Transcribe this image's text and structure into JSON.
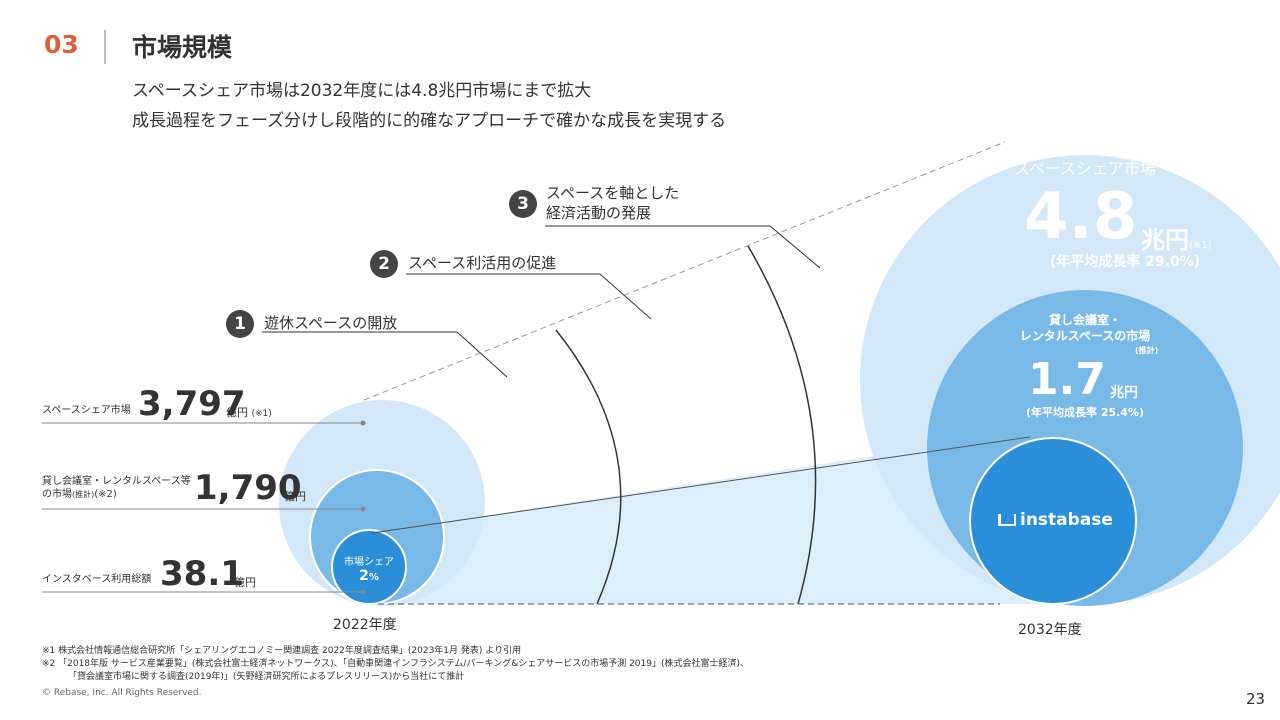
{
  "header": {
    "section_number": "03",
    "title": "市場規模",
    "subtitle_line1": "スペースシェア市場は2032年度には4.8兆円市場にまで拡大",
    "subtitle_line2": "成長過程をフェーズ分けし段階的に的確なアプローチで確かな成長を実現する"
  },
  "steps": [
    {
      "number": "1",
      "label": "遊休スペースの開放"
    },
    {
      "number": "2",
      "label": "スペース利活用の促進"
    },
    {
      "number": "3",
      "label_line1": "スペースを軸とした",
      "label_line2": "経済活動の発展"
    }
  ],
  "left": {
    "market": {
      "label": "スペースシェア市場",
      "value": "3,797",
      "unit": "億円",
      "note": "(※1)"
    },
    "rental": {
      "label_line1": "貸し会議室・レンタルスペース等",
      "label_line2": "の市場",
      "label_small": "(推計)",
      "label_note": "(※2)",
      "value": "1,790",
      "unit": "億円"
    },
    "instabase": {
      "label": "インスタベース利用総額",
      "value": "38.1",
      "unit": "億円"
    },
    "share": {
      "label": "市場シェア",
      "value": "2",
      "unit": "%"
    },
    "year": "2022年度"
  },
  "right": {
    "market": {
      "label": "スペースシェア市場",
      "value": "4.8",
      "unit": "兆円",
      "note": "(※1)",
      "growth": "(年平均成長率 29.0%)"
    },
    "rental": {
      "label_line1": "貸し会議室・",
      "label_line2": "レンタルスペースの市場",
      "label_small": "(推計)",
      "value": "1.7",
      "unit": "兆円",
      "growth": "(年平均成長率 25.4%)"
    },
    "logo": "instabase",
    "year": "2032年度"
  },
  "footnotes": {
    "n1": "※1 株式会社情報通信総合研究所「シェアリングエコノミー関連調査 2022年度調査結果」(2023年1月 発表) より引用",
    "n2": "※2 「2018年版 サービス産業要覧」(株式会社富士経済ネットワークス)、「自動車関連インフラシステム/パーキング&シェアサービスの市場予測 2019」(株式会社富士経済)、",
    "n2b": "「貸会議室市場に関する調査(2019年)」(矢野経済研究所によるプレスリリース)から当社にて推計",
    "copyright": "© Rebase, Inc. All Rights Reserved."
  },
  "page_number": "23",
  "colors": {
    "accent": "#d9623b",
    "light_blue": "#d2e8f7",
    "mid_blue": "#79b9e8",
    "dark_blue": "#2a8fd8"
  }
}
